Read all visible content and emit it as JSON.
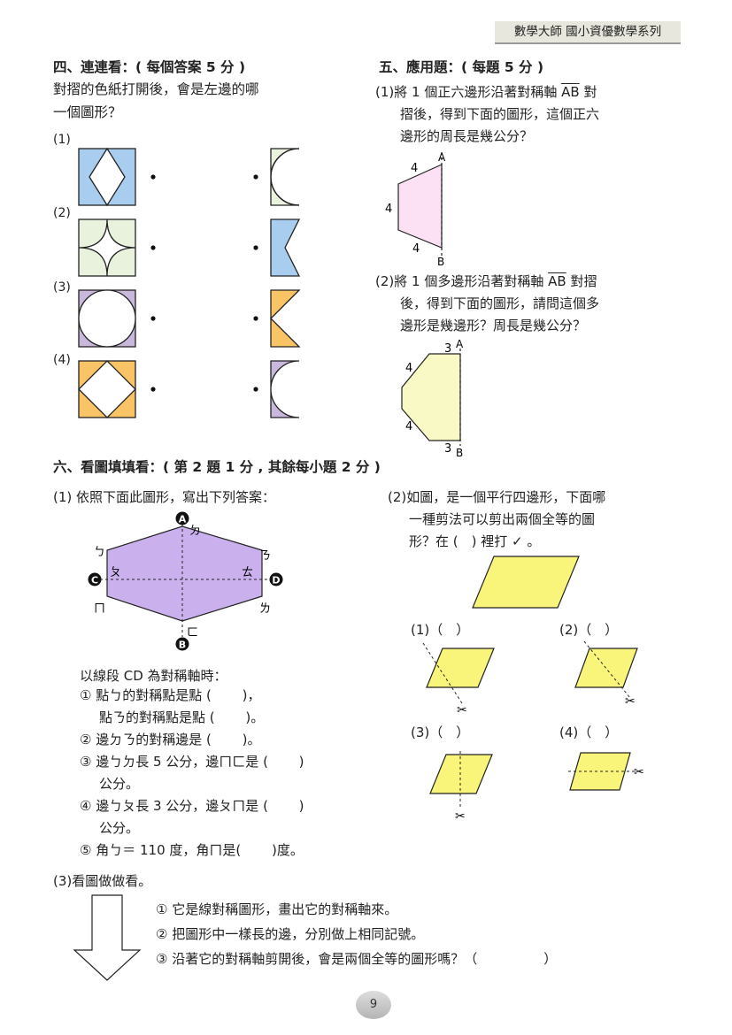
{
  "header": {
    "series_title": "數學大師 國小資優數學系列"
  },
  "page_number": "9",
  "section4": {
    "title": "四、連連看：( 每個答案 5 分 )",
    "prompt_line1": "對摺的色紙打開後，會是左邊的哪",
    "prompt_line2": "一個圖形？",
    "labels": [
      "(1)",
      "(2)",
      "(3)",
      "(4)"
    ],
    "colors": {
      "blue": "#a9cdee",
      "green": "#e8f2dc",
      "purple": "#c9b8dc",
      "orange": "#f8c466"
    }
  },
  "section5": {
    "title": "五、應用題：( 每題 5 分 )",
    "q1": {
      "num": "(1)",
      "line1_pre": "將 1 個正六邊形沿著對稱軸 ",
      "axis": "AB",
      "line1_post": " 對",
      "line2": "摺後，得到下面的圖形，這個正六",
      "line3": "邊形的周長是幾公分？",
      "labels": {
        "a": "A",
        "b": "B",
        "side_top": "4",
        "side_left": "4",
        "side_bottom": "4"
      },
      "color": "#fce0f4"
    },
    "q2": {
      "num": "(2)",
      "line1_pre": "將 1 個多邊形沿著對稱軸 ",
      "axis": "AB",
      "line1_post": " 對摺",
      "line2": "後，得到下面的圖形，請問這個多",
      "line3": "邊形是幾邊形？周長是幾公分？",
      "labels": {
        "a": "A",
        "b": "B",
        "top": "3",
        "bottom": "3",
        "upper_left": "4",
        "lower_left": "4"
      },
      "color": "#f9f9c6"
    }
  },
  "section6": {
    "title": "六、看圖填填看：( 第 2 題 1 分 , 其餘每小題 2 分 )",
    "p1": {
      "title": "(1) 依照下面此圖形，寫出下列答案：",
      "points": {
        "A": "A",
        "B": "B",
        "C": "C",
        "D": "D"
      },
      "vertices": {
        "left_top": "ㄅ",
        "top": "ㄉ",
        "right_top": "ㄋ",
        "left_bottom": "ㄇ",
        "bottom": "ㄈ",
        "right_bottom": "ㄌ",
        "inner_left": "ㄆ",
        "inner_right": "ㄊ"
      },
      "shape_color": "#cbb0ee",
      "axis_note": "以線段 CD 為對稱軸時：",
      "items": [
        "① 點ㄅ的對稱點是點 (　　 )，",
        "點ㄋ的對稱點是點 (　　 )。",
        "② 邊ㄉㄋ的對稱邊是 (　　 )。",
        "③ 邊ㄅㄉ長 5 公分，邊ㄇㄈ是 (　　 )",
        "公分。",
        "④ 邊ㄅㄆ長 3 公分，邊ㄆㄇ是 (　　 )",
        "公分。",
        "⑤ 角ㄅ＝ 110 度，角ㄇ是(　　 )度。"
      ]
    },
    "p2": {
      "line1": "(2)如圖，是一個平行四邊形，下面哪",
      "line2": "一種剪法可以剪出兩個全等的圖",
      "line3": "形？在 (　) 裡打 ✓ 。",
      "options": [
        "(1)（　）",
        "(2)（　）",
        "(3)（　）",
        "(4)（　）"
      ],
      "shape_color": "#f8f57a",
      "scissors_icon": "✂"
    },
    "p3": {
      "title": "(3)看圖做做看。",
      "items": [
        "① 它是線對稱圖形，畫出它的對稱軸來。",
        "② 把圖形中一樣長的邊，分別做上相同記號。",
        "③ 沿著它的對稱軸剪開後，會是兩個全等的圖形嗎？（　　　　　）"
      ]
    }
  }
}
